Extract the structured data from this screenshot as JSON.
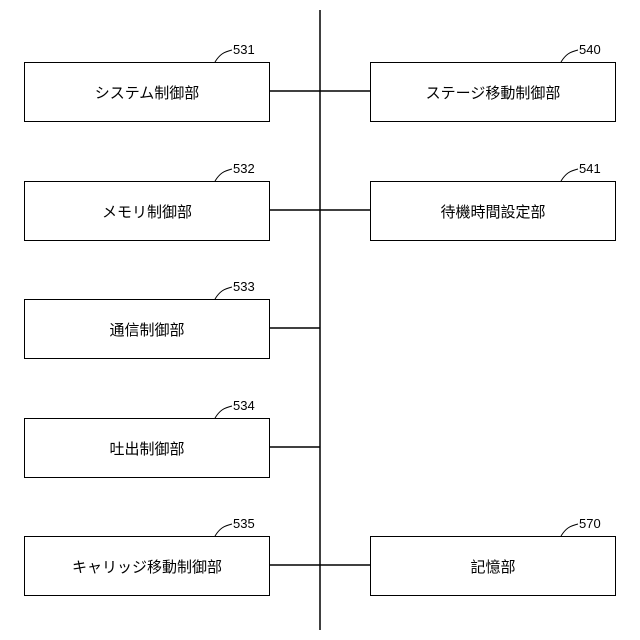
{
  "blocks": [
    {
      "id": "531",
      "label": "システム制御部",
      "ref": "531"
    },
    {
      "id": "532",
      "label": "メモリ制御部",
      "ref": "532"
    },
    {
      "id": "533",
      "label": "通信制御部",
      "ref": "533"
    },
    {
      "id": "534",
      "label": "吐出制御部",
      "ref": "534"
    },
    {
      "id": "535",
      "label": "キャリッジ移動制御部",
      "ref": "535"
    },
    {
      "id": "540",
      "label": "ステージ移動制御部",
      "ref": "540"
    },
    {
      "id": "541",
      "label": "待機時間設定部",
      "ref": "541"
    },
    {
      "id": "570",
      "label": "記憶部",
      "ref": "570"
    }
  ]
}
